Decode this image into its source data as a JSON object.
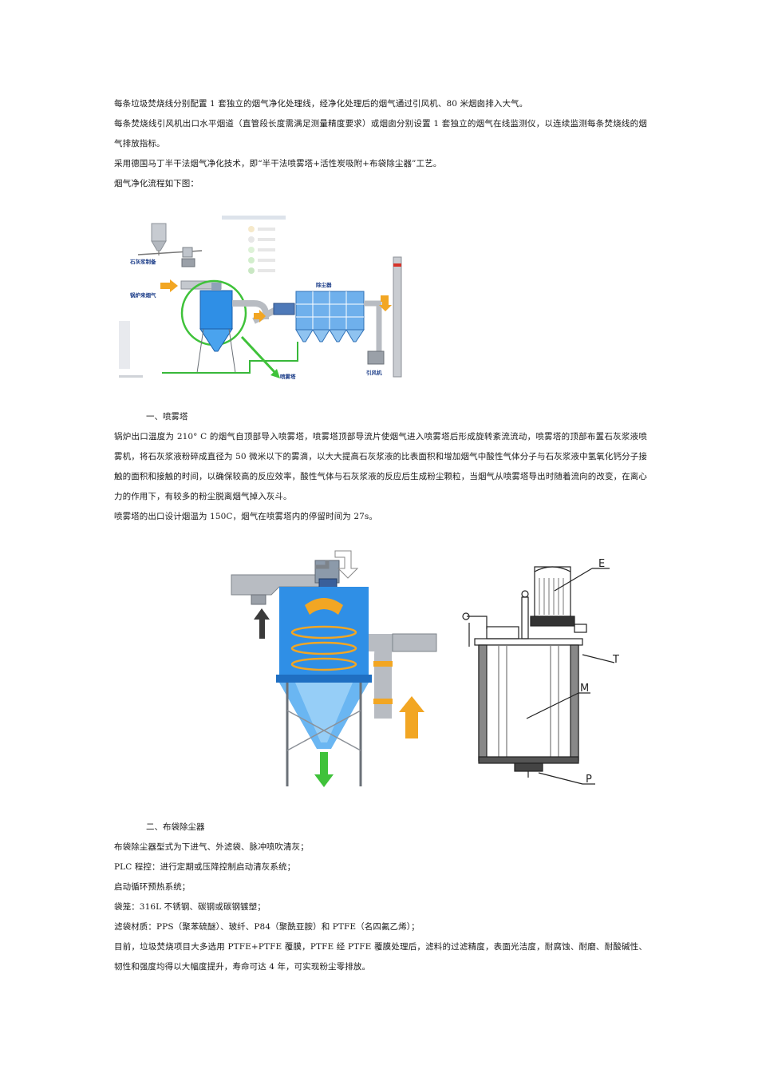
{
  "paragraphs": {
    "p1": "每条垃圾焚烧线分别配置 1 套独立的烟气净化处理线，经净化处理后的烟气通过引风机、80 米烟囱排入大气。",
    "p2": "每条焚烧线引风机出口水平烟道（直管段长度需满足测量精度要求）或烟囱分别设置 1 套独立的烟气在线监测仪，以连续监测每条焚烧线的烟气排放指标。",
    "p3": "采用德国马丁半干法烟气净化技术，即“半干法喷雾塔+活性炭吸附+布袋除尘器”工艺。",
    "p4": "烟气净化流程如下图：",
    "h1": "一、喷雾塔",
    "p5": "锅炉出口温度为 210° C 的烟气自顶部导入喷雾塔，喷雾塔顶部导流片使烟气进入喷雾塔后形成旋转紊流流动，喷雾塔的顶部布置石灰浆液喷雾机，将石灰浆液粉碎成直径为 50 微米以下的雾滴，以大大提高石灰浆液的比表面积和增加烟气中酸性气体分子与石灰浆液中氢氧化钙分子接触的面积和接触的时间，以确保较高的反应效率，酸性气体与石灰浆液的反应后生成粉尘颗粒，当烟气从喷雾塔导出时随着流向的改变，在离心力的作用下，有较多的粉尘脱离烟气掉入灰斗。",
    "p6": "喷雾塔的出口设计烟温为 150C，烟气在喷雾塔内的停留时间为 27s。",
    "h2": "二、布袋除尘器",
    "p7": "布袋除尘器型式为下进气、外滤袋、脉冲喷吹清灰；",
    "p8": "PLC 程控：进行定期或压降控制启动清灰系统；",
    "p9": "启动循环预热系统；",
    "p10": "袋笼：316L 不锈钢、碳钢或碳钢镀塑；",
    "p11": "滤袋材质：PPS（聚苯硫醚）、玻纤、P84（聚酰亚胺）和 PTFE（名四氟乙烯）；",
    "p12": "目前，垃圾焚烧项目大多选用 PTFE+PTFE 覆膜，PTFE 经 PTFE 覆膜处理后，滤料的过滤精度，表面光洁度，耐腐蚀、耐磨、耐酸碱性、韧性和强度均得以大幅度提升，寿命可达 4 年，可实现粉尘零排放。"
  },
  "diagram1": {
    "labels": {
      "lime_prep": "石灰浆制备",
      "boiler_gas": "锅炉来烟气",
      "dust_collector": "除尘器",
      "spray_tower": "喷雾塔",
      "id_fan": "引风机"
    }
  },
  "diagram2": {
    "labels": {
      "E": "E",
      "T": "T",
      "M": "M",
      "P": "P"
    }
  },
  "colors": {
    "tower_blue": "#2f8fe6",
    "duct_gray": "#b8bcc2",
    "arrow_orange": "#f2a623",
    "arrow_green": "#3fc23a",
    "stack_red": "#d6332a",
    "line_green": "#38b83a"
  }
}
